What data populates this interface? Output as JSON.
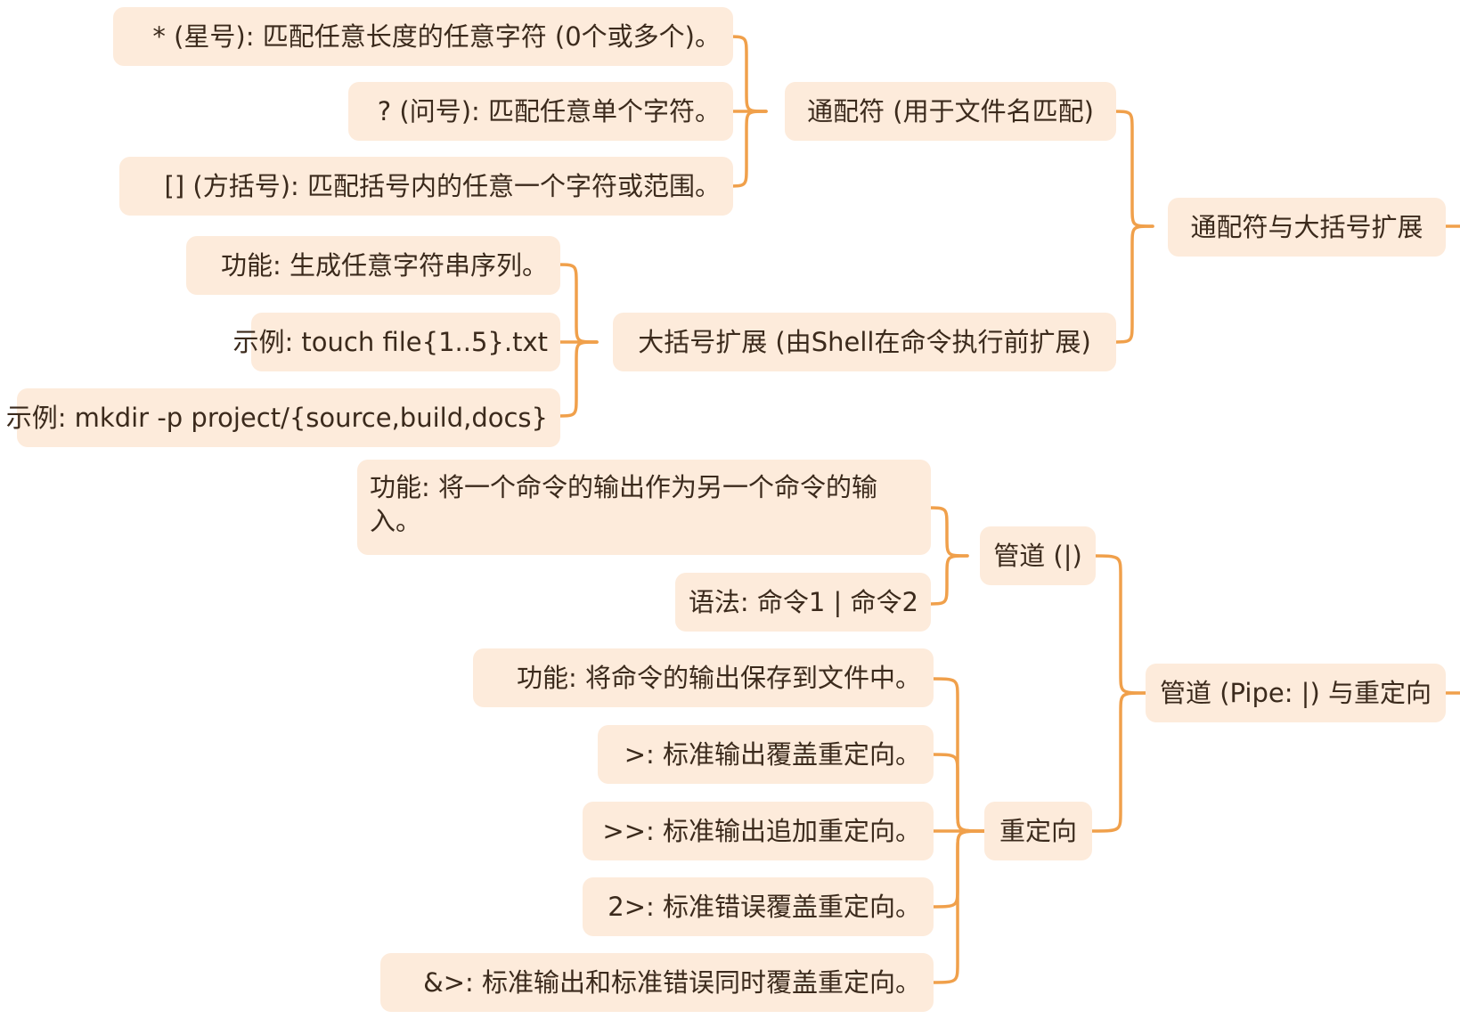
{
  "colors": {
    "node_fill": "#fdebdb",
    "node_text": "#3b2a1c",
    "connector": "#f0a04b",
    "background": "#ffffff"
  },
  "mindmap": {
    "wildcards_brace": {
      "label": "通配符与大括号扩展",
      "wildcards": {
        "label": "通配符 (用于文件名匹配)",
        "items": [
          "* (星号): 匹配任意长度的任意字符 (0个或多个)。",
          "? (问号): 匹配任意单个字符。",
          "[] (方括号): 匹配括号内的任意一个字符或范围。"
        ]
      },
      "brace": {
        "label": "大括号扩展 (由Shell在命令执行前扩展)",
        "items": [
          "功能: 生成任意字符串序列。",
          "示例: touch file{1..5}.txt",
          "示例: mkdir -p project/{source,build,docs}"
        ]
      }
    },
    "pipe_redirect": {
      "label": "管道 (Pipe: |) 与重定向",
      "pipe": {
        "label": "管道 (|)",
        "items": [
          "功能: 将一个命令的输出作为另一个命令的输入。",
          "语法: 命令1 | 命令2"
        ]
      },
      "redirect": {
        "label": "重定向",
        "items": [
          "功能: 将命令的输出保存到文件中。",
          ">: 标准输出覆盖重定向。",
          ">>: 标准输出追加重定向。",
          "2>: 标准错误覆盖重定向。",
          "&>: 标准输出和标准错误同时覆盖重定向。"
        ]
      }
    }
  }
}
